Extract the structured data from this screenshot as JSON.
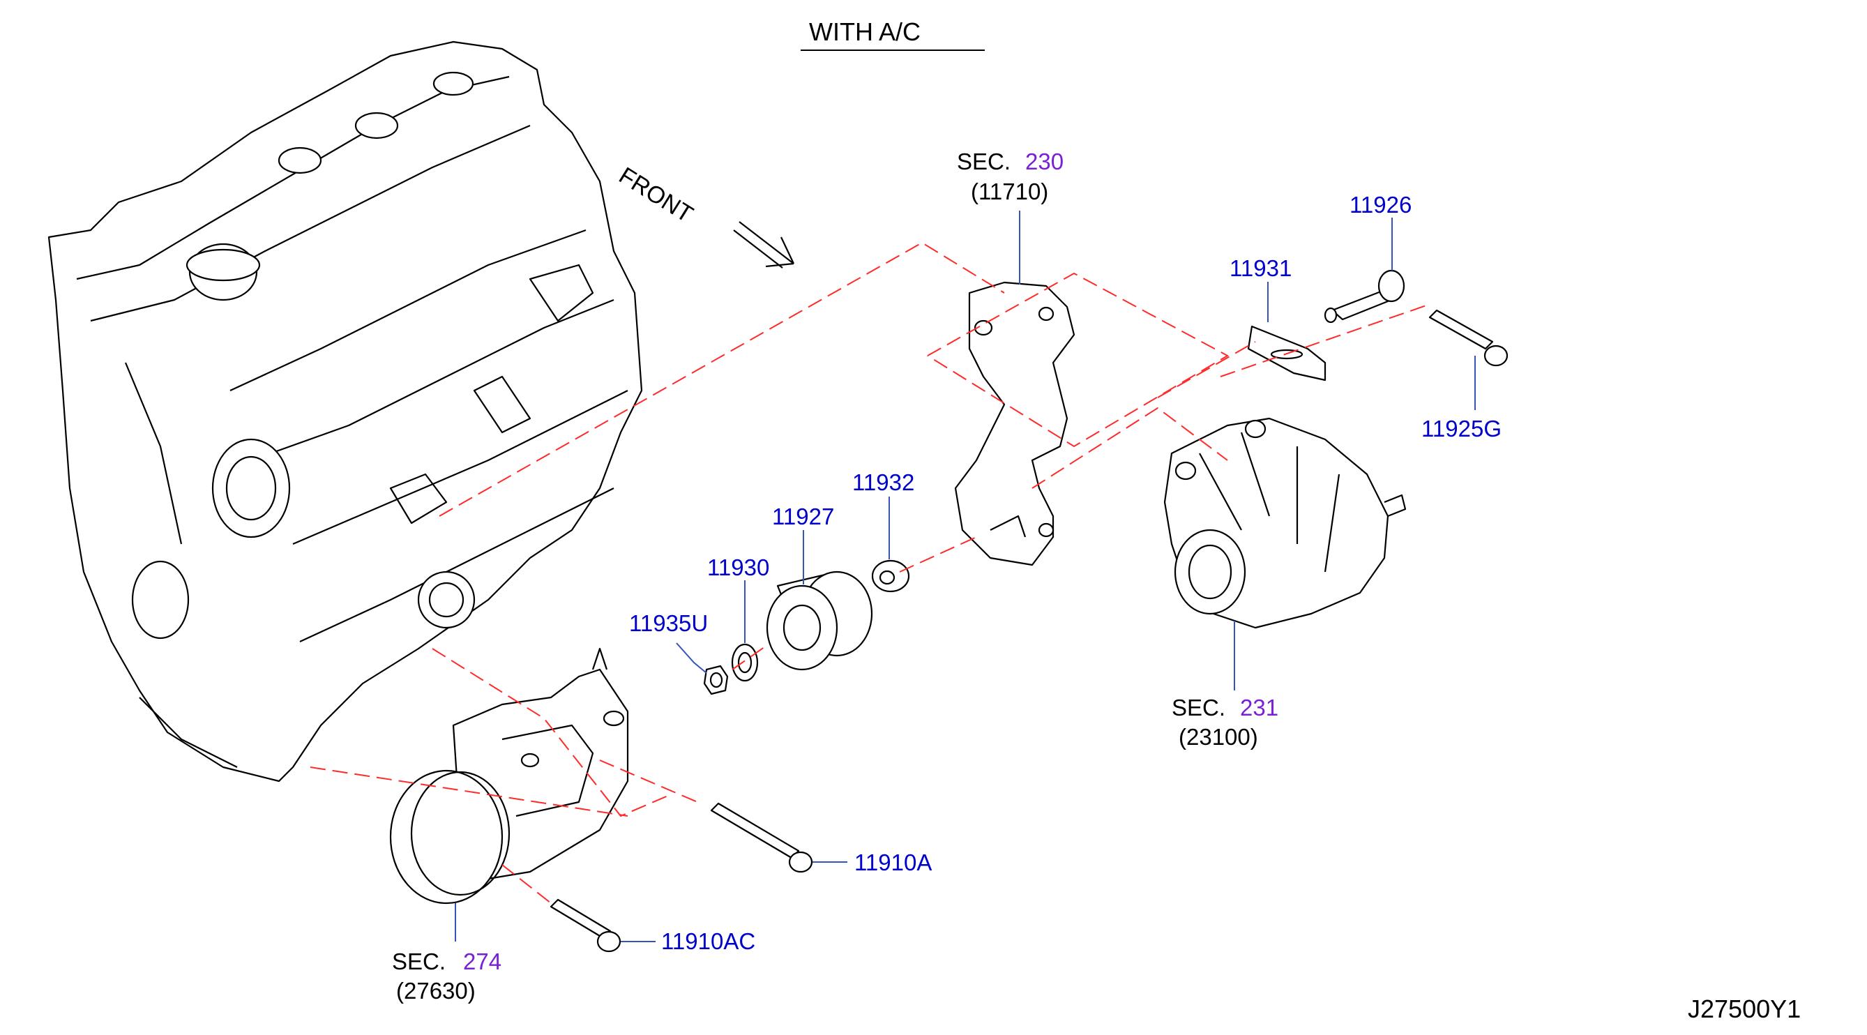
{
  "heading": "WITH  A/C",
  "front_label": "FRONT",
  "diagram_code": "J27500Y1",
  "sections": [
    {
      "prefix": "SEC.",
      "number": "230",
      "code": "(11710)"
    },
    {
      "prefix": "SEC.",
      "number": "231",
      "code": "(23100)"
    },
    {
      "prefix": "SEC.",
      "number": "274",
      "code": "(27630)"
    }
  ],
  "parts": [
    {
      "number": "11926"
    },
    {
      "number": "11931"
    },
    {
      "number": "11925G"
    },
    {
      "number": "11932"
    },
    {
      "number": "11927"
    },
    {
      "number": "11930"
    },
    {
      "number": "11935U"
    },
    {
      "number": "11910A"
    },
    {
      "number": "11910AC"
    }
  ],
  "colors": {
    "part_label": "#0000cc",
    "section_number": "#7a1fd6",
    "dashed_guide": "#ff2a2a",
    "leader": "#3355bb"
  }
}
